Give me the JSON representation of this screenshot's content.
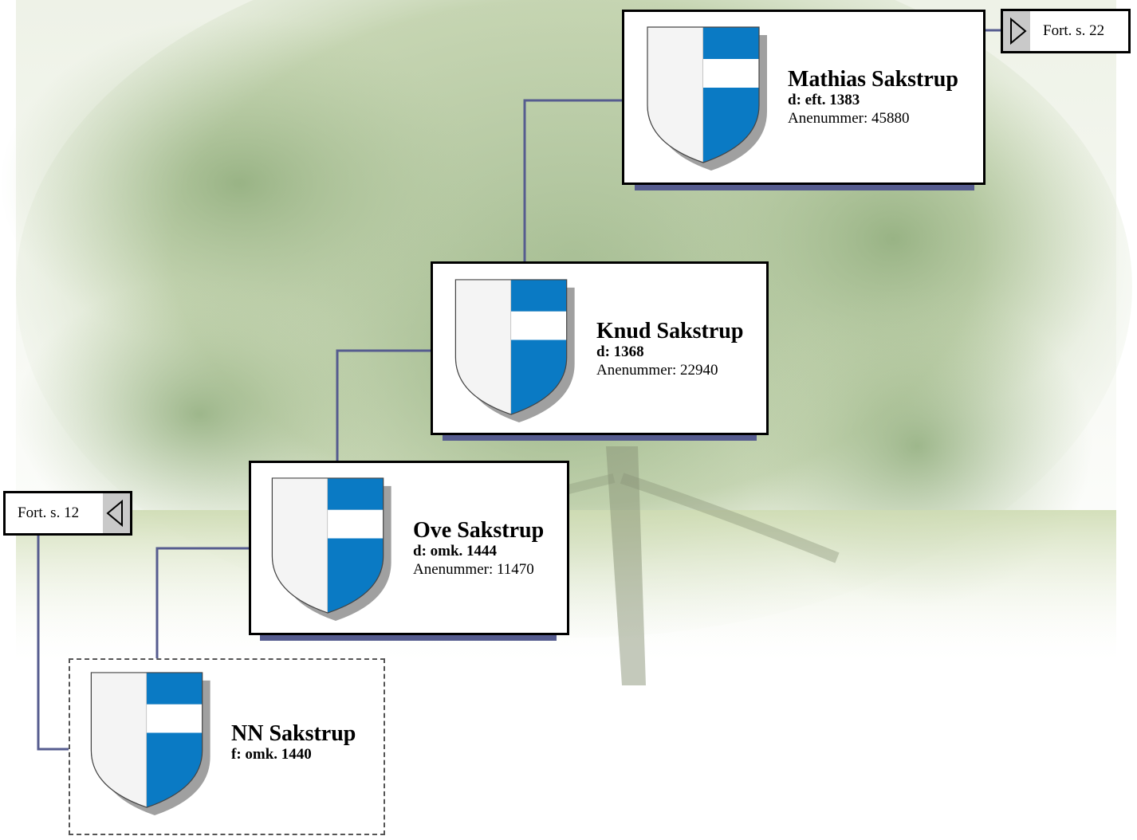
{
  "persons": [
    {
      "id": "mathias",
      "name": "Mathias Sakstrup",
      "date": "d: eft. 1383",
      "anen": "Anenummer: 45880"
    },
    {
      "id": "knud",
      "name": "Knud Sakstrup",
      "date": "d: 1368",
      "anen": "Anenummer: 22940"
    },
    {
      "id": "ove",
      "name": "Ove Sakstrup",
      "date": "d: omk. 1444",
      "anen": "Anenummer: 11470"
    },
    {
      "id": "nn",
      "name": "NN Sakstrup",
      "date": "f: omk. 1440",
      "anen": ""
    }
  ],
  "continuations": {
    "right_label": "Fort. s. 22",
    "left_label": "Fort. s. 12"
  },
  "colors": {
    "shield_blue": "#0a7ac4",
    "connector": "#565c8f",
    "card_shadow": "#565c8f"
  }
}
